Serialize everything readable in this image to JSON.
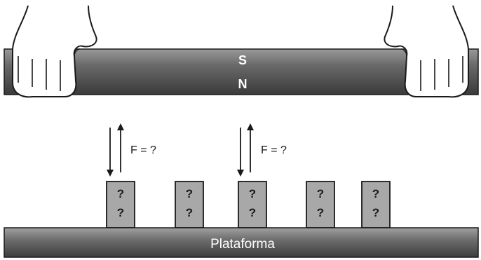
{
  "magnet": {
    "top_pole": "S",
    "bottom_pole": "N"
  },
  "forces": [
    {
      "label": "F = ?"
    },
    {
      "label": "F = ?"
    }
  ],
  "blocks": [
    {
      "top": "?",
      "bottom": "?"
    },
    {
      "top": "?",
      "bottom": "?"
    },
    {
      "top": "?",
      "bottom": "?"
    },
    {
      "top": "?",
      "bottom": "?"
    },
    {
      "top": "?",
      "bottom": "?"
    }
  ],
  "platform": {
    "label": "Plataforma"
  },
  "colors": {
    "magnet_dark": "#3e3e3e",
    "magnet_light": "#8a8a8a",
    "block_fill": "#a8a8a8",
    "platform_dark": "#4a4a4a",
    "platform_light": "#9a9a9a",
    "outline": "#1a1a1a"
  }
}
